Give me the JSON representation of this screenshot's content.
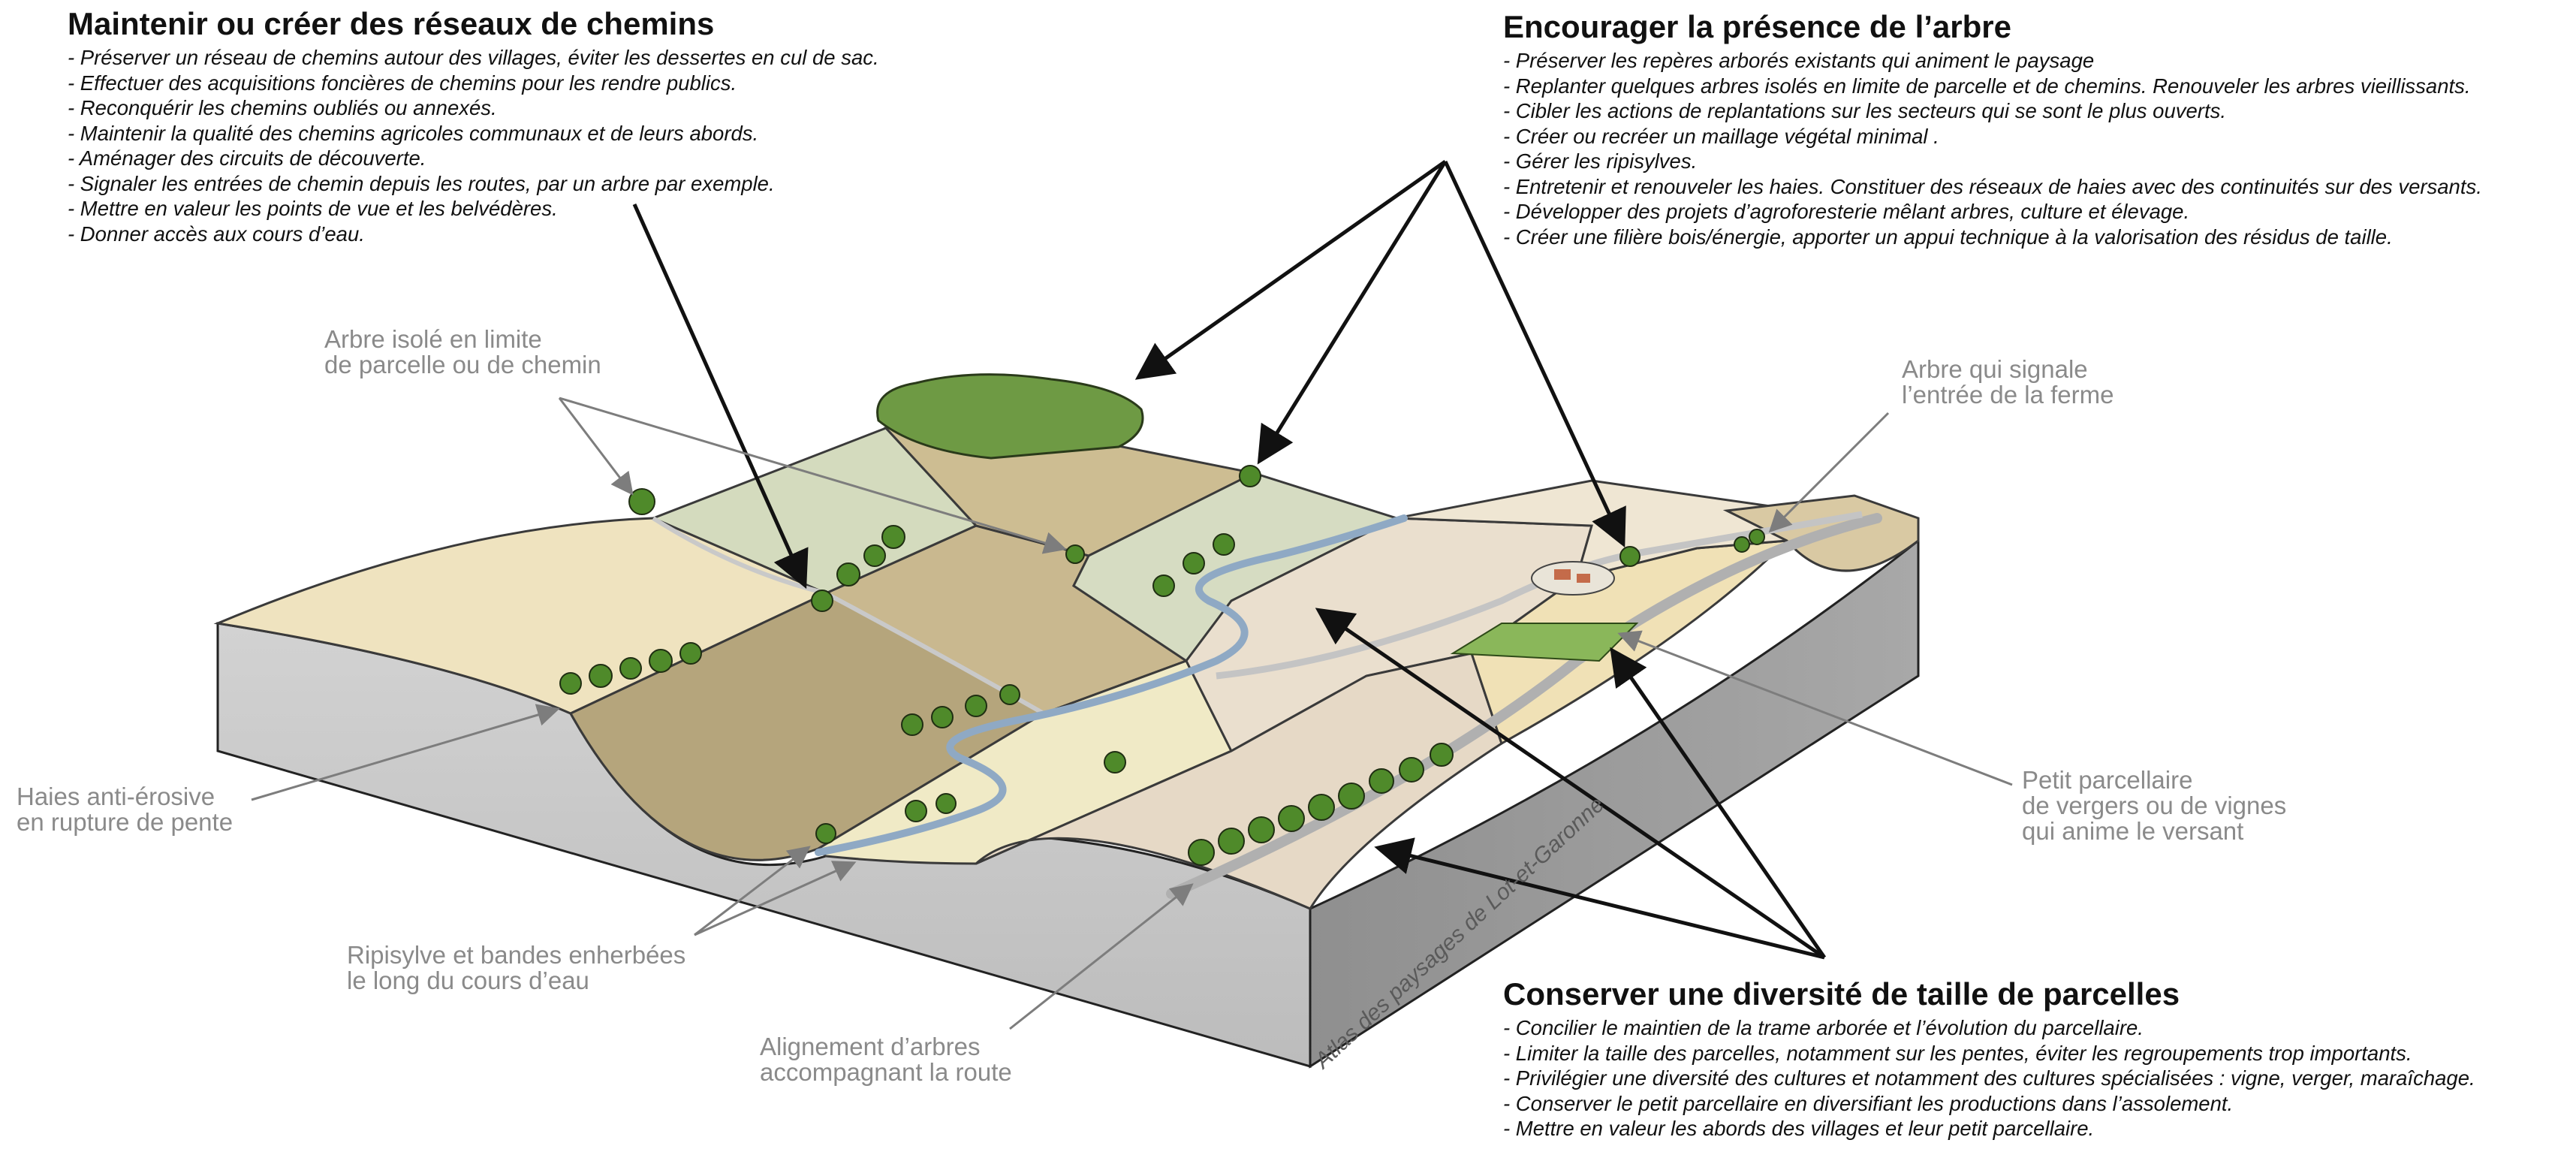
{
  "title_blocks": {
    "chemins": {
      "title": "Maintenir ou créer des réseaux de chemins",
      "items": [
        "- Préserver un réseau de chemins autour des villages, éviter les dessertes en cul de sac.",
        "- Effectuer des acquisitions foncières de chemins pour les rendre publics.",
        "- Reconquérir les chemins oubliés ou annexés.",
        "- Maintenir la qualité des chemins agricoles communaux et de leurs abords.",
        "- Aménager des circuits de découverte.",
        "- Signaler les entrées de chemin depuis les routes, par un arbre par exemple.",
        "- Mettre en valeur les points de vue et les belvédères.",
        "- Donner accès aux cours d’eau."
      ]
    },
    "arbre": {
      "title": "Encourager la présence de l’arbre",
      "items": [
        "- Préserver les repères arborés existants qui animent le paysage",
        "- Replanter quelques arbres isolés en limite de parcelle et de chemins. Renouveler les arbres vieillissants.",
        "- Cibler les actions de replantations sur les secteurs qui se sont le plus ouverts.",
        "- Créer ou recréer un maillage végétal minimal .",
        "- Gérer les ripisylves.",
        "- Entretenir et renouveler les haies. Constituer des réseaux de haies avec des continuités sur des versants.",
        "- Développer des projets d’agroforesterie mêlant arbres,  culture et élevage.",
        "- Créer une filière bois/énergie, apporter un appui technique à la valorisation des résidus de taille."
      ]
    },
    "parcelles": {
      "title": "Conserver une diversité de taille de parcelles",
      "items": [
        "- Concilier le maintien de la trame arborée et l’évolution du parcellaire.",
        "- Limiter la taille des parcelles, notamment sur les pentes, éviter les regroupements trop importants.",
        "- Privilégier une diversité des cultures et notamment des cultures spécialisées : vigne, verger, maraîchage.",
        "- Conserver le petit parcellaire en diversifiant les productions dans l’assolement.",
        "- Mettre en valeur les abords des villages et leur petit parcellaire."
      ]
    }
  },
  "labels": {
    "arbre_isole": [
      "Arbre isolé en limite",
      "de parcelle ou de chemin"
    ],
    "arbre_ferme": [
      "Arbre qui signale",
      "l’entrée de la ferme"
    ],
    "haies": [
      "Haies anti-érosive",
      "en rupture de pente"
    ],
    "ripisylve": [
      "Ripisylve et bandes enherbées",
      "le long du cours d’eau"
    ],
    "alignement": [
      "Alignement d’arbres",
      "accompagnant la route"
    ],
    "petit_parcellaire": [
      "Petit parcellaire",
      "de vergers ou de vignes",
      "qui anime le versant"
    ]
  },
  "credit": "Atlas des paysages de Lot-et-Garonne",
  "colors": {
    "field_tan": "#d9c9a3",
    "field_dark": "#b5a57c",
    "field_cream": "#efe3bf",
    "field_pale": "#e8dcc8",
    "field_green": "#d6dcc2",
    "soil_side": "#cfcfcf",
    "soil_side_dark": "#a3a3a3",
    "tree_green": "#4f8a2a",
    "water_blue": "#8fa9c4",
    "label_grey": "#8a8a8a",
    "arrow_black": "#111111"
  }
}
